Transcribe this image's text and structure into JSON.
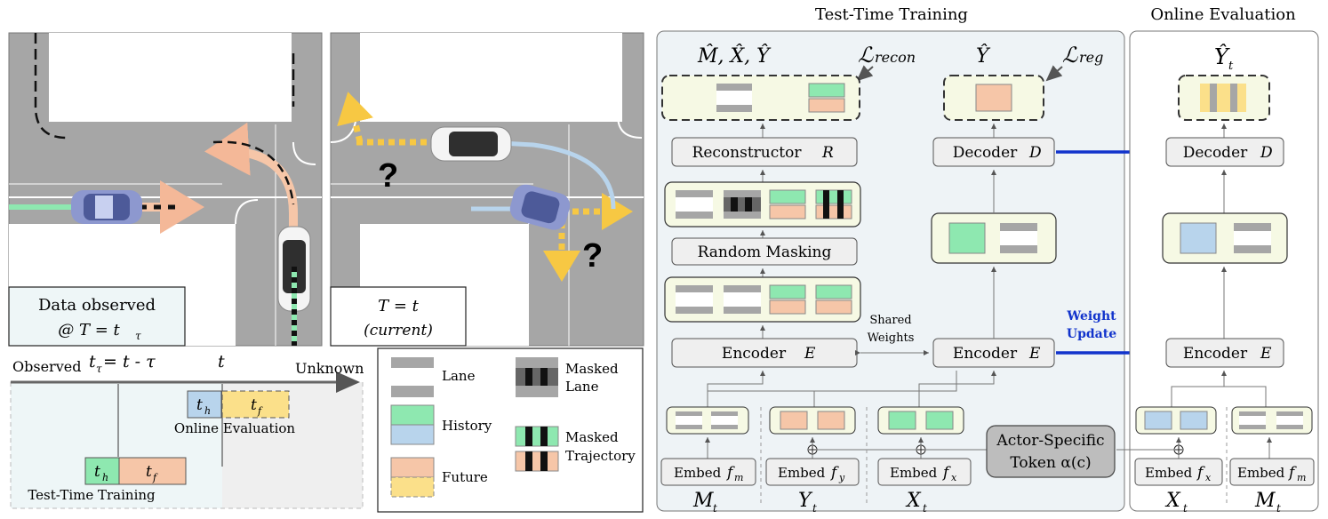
{
  "scene_left": {
    "caption_line1": "Data observed",
    "caption_line2": "@ T = t",
    "caption_sub": "τ"
  },
  "scene_right": {
    "caption_line1": "T = t",
    "caption_line2": "(current)",
    "question_marks": [
      "?",
      "?"
    ]
  },
  "timeline": {
    "observed": "Observed",
    "unknown": "Unknown",
    "t_tau_label": "t",
    "t_tau_sub": "τ",
    "t_tau_rest": " = t - τ",
    "t_label": "t",
    "online_label": "Online Evaluation",
    "ttt_label": "Test-Time Training",
    "th": "t",
    "th_sub": "h",
    "tf": "t",
    "tf_sub": "f"
  },
  "legend": {
    "lane": "Lane",
    "history": "History",
    "future": "Future",
    "masked_lane_1": "Masked",
    "masked_lane_2": "Lane",
    "masked_traj_1": "Masked",
    "masked_traj_2": "Trajectory"
  },
  "ttt": {
    "title": "Test-Time Training",
    "recon_out": "M̂, X̂, Ŷ",
    "loss_recon": "ℒ",
    "loss_recon_sub": "recon",
    "reg_out": "Ŷ",
    "loss_reg": "ℒ",
    "loss_reg_sub": "reg",
    "reconstructor": "Reconstructor",
    "reconstructor_var": "R",
    "random_masking": "Random Masking",
    "encoder": "Encoder",
    "encoder_var": "E",
    "decoder": "Decoder",
    "decoder_var": "D",
    "shared_weights_1": "Shared",
    "shared_weights_2": "Weights",
    "embed": "Embed",
    "fm": "f",
    "fm_sub": "m",
    "fy": "f",
    "fy_sub": "y",
    "fx": "f",
    "fx_sub": "x",
    "in_m": "M",
    "in_y": "Y",
    "in_x": "X",
    "sub_t_tau": "t",
    "actor_token_1": "Actor-Specific",
    "actor_token_2": "Token α(c)"
  },
  "weight_update_1": "Weight",
  "weight_update_2": "Update",
  "online": {
    "title": "Online Evaluation",
    "out": "Ŷ",
    "out_sub": "t",
    "decoder": "Decoder",
    "decoder_var": "D",
    "encoder": "Encoder",
    "encoder_var": "E",
    "embed": "Embed",
    "fx": "f",
    "fx_sub": "x",
    "fm": "f",
    "fm_sub": "m",
    "in_x": "X",
    "in_m": "M",
    "in_sub": "t"
  },
  "colors": {
    "lane_gray": "#a6a6a6",
    "history_green": "#8ee8b0",
    "history_blue": "#b8d4ec",
    "future_orange": "#f6c6a8",
    "future_yellow": "#fbe08a",
    "panel_bg": "#eef3f6",
    "box_cream": "#f6f9e4",
    "weight_update_blue": "#1133cc"
  }
}
